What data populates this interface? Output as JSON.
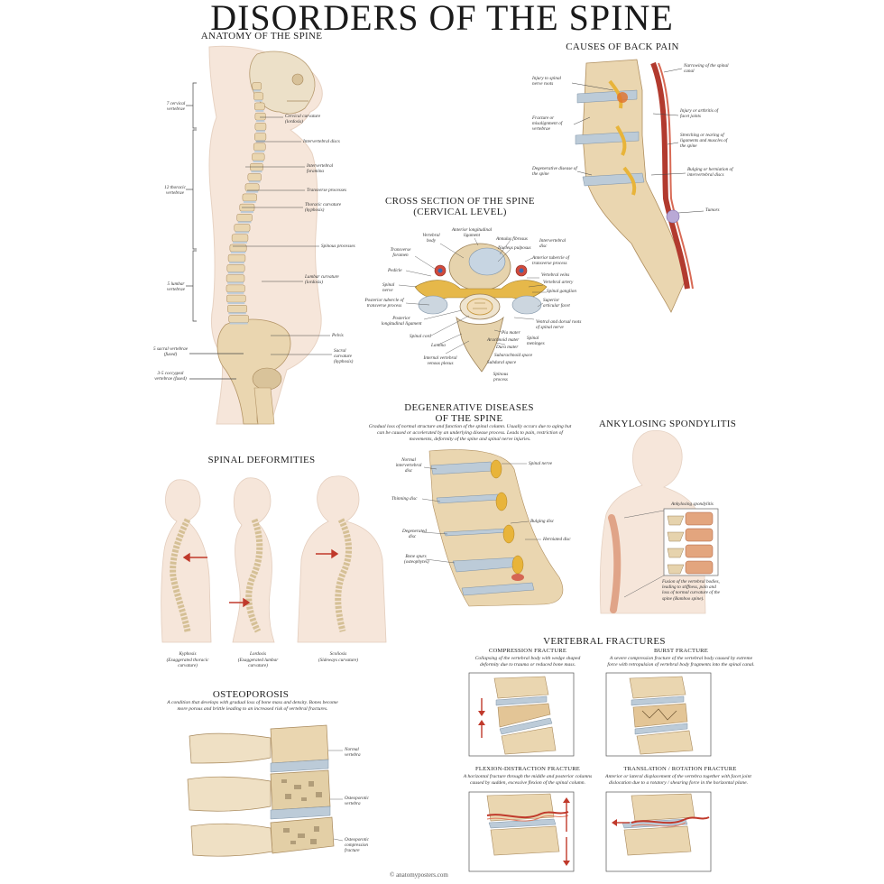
{
  "title": "DISORDERS OF THE SPINE",
  "anatomy": {
    "heading": "ANATOMY OF THE SPINE",
    "left_labels": [
      "7 cervical vertebrae",
      "12 thoracic vertebrae",
      "5 lumbar vertebrae",
      "5 sacral vertebrae (fused)",
      "3-5 coccygeal vertebrae (fused)"
    ],
    "right_labels": [
      "Cervical curvature (lordosis)",
      "Intervertebral discs",
      "Intervertebral foramina",
      "Transverse processes",
      "Thoracic curvature (kyphosis)",
      "Spinous processes",
      "Lumbar curvature (lordosis)",
      "Pelvis",
      "Sacral curvature (kyphosis)"
    ]
  },
  "back_pain": {
    "heading": "CAUSES OF BACK PAIN",
    "left_labels": [
      "Injury to spinal nerve roots",
      "Fracture or misalignment of vertebrae",
      "Degenerative disease of the spine"
    ],
    "right_labels": [
      "Narrowing of the spinal canal",
      "Injury or arthritis of facet joints",
      "Stretching or tearing of ligaments and muscles of the spine",
      "Bulging or herniation of intervertebral discs",
      "Tumors"
    ]
  },
  "cross_section": {
    "heading1": "CROSS SECTION OF THE SPINE",
    "heading2": "(CERVICAL LEVEL)",
    "labels": [
      "Vertebral body",
      "Anterior longitudinal ligament",
      "Annulus fibrosus",
      "Nucleus pulposus",
      "Intervertebral disc",
      "Transverse foramen",
      "Pedicle",
      "Spinal nerve",
      "Anterior tubercle of transverse process",
      "Vertebral veins",
      "Vertebral artery",
      "Spinal ganglion",
      "Posterior tubercle of transverse process",
      "Posterior longitudinal ligament",
      "Superior articular facet",
      "Ventral and dorsal roots of spinal nerve",
      "Spinal cord",
      "Pia mater",
      "Arachnoid mater",
      "Spinal meninges",
      "Lamina",
      "Dura mater",
      "Subarachnoid space",
      "Subdural space",
      "Internal vertebral venous plexus",
      "Spinous process"
    ]
  },
  "degenerative": {
    "heading1": "DEGENERATIVE DISEASES",
    "heading2": "OF THE SPINE",
    "description": "Gradual loss of normal structure and function of the spinal column. Usually occurs due to aging but can be caused or accelerated by an underlying disease process. Leads to pain, restriction of movements, deformity of the spine and spinal nerve injuries.",
    "left_labels": [
      "Normal intervertebral disc",
      "Thinning disc",
      "Degenerated disc",
      "Bone spurs (osteophytes)"
    ],
    "right_labels": [
      "Spinal nerve",
      "Bulging disc",
      "Herniated disc"
    ]
  },
  "ankylosing": {
    "heading": "ANKYLOSING SPONDYLITIS",
    "inset_label": "Ankylosing spondylitis",
    "description": "Fusion of the vertebral bodies, leading to stiffness, pain and loss of normal curvature of the spine (Bamboo spine)."
  },
  "deformities": {
    "heading": "SPINAL DEFORMITIES",
    "items": [
      {
        "name": "Kyphosis",
        "note": "(Exaggerated thoracic curvature)"
      },
      {
        "name": "Lordosis",
        "note": "(Exaggerated lumbar curvature)"
      },
      {
        "name": "Scoliosis",
        "note": "(Sideways curvature)"
      }
    ]
  },
  "osteoporosis": {
    "heading": "OSTEOPOROSIS",
    "description": "A condition that develops with gradual loss of bone mass and density. Bones become more porous and brittle leading to an increased risk of vertebral fractures.",
    "labels": [
      "Normal vertebra",
      "Osteoporotic vertebra",
      "Osteoporotic compression fracture"
    ]
  },
  "fractures": {
    "heading": "VERTEBRAL FRACTURES",
    "items": [
      {
        "name": "COMPRESSION FRACTURE",
        "description": "Collapsing of the vertebral body with wedge shaped deformity due to trauma or reduced bone mass."
      },
      {
        "name": "BURST FRACTURE",
        "description": "A severe compression fracture of the vertebral body caused by extreme force with retropulsion of vertebral body fragments into the spinal canal."
      },
      {
        "name": "FLEXION-DISTRACTION FRACTURE",
        "description": "A horizontal fracture through the middle and posterior columns caused by sudden, excessive flexion of the spinal column."
      },
      {
        "name": "TRANSLATION / ROTATION FRACTURE",
        "description": "Anterior or lateral displacement of the vertebra together with facet joint dislocation due to a rotatory / shearing force in the horizontal plane."
      }
    ]
  },
  "footer": "© anatomyposters.com",
  "colors": {
    "bone": "#e9d2a8",
    "bone_dark": "#b89563",
    "disc": "#b8c7d6",
    "skin": "#f6e6da",
    "red": "#c0392b",
    "nerve": "#e8b43a"
  }
}
